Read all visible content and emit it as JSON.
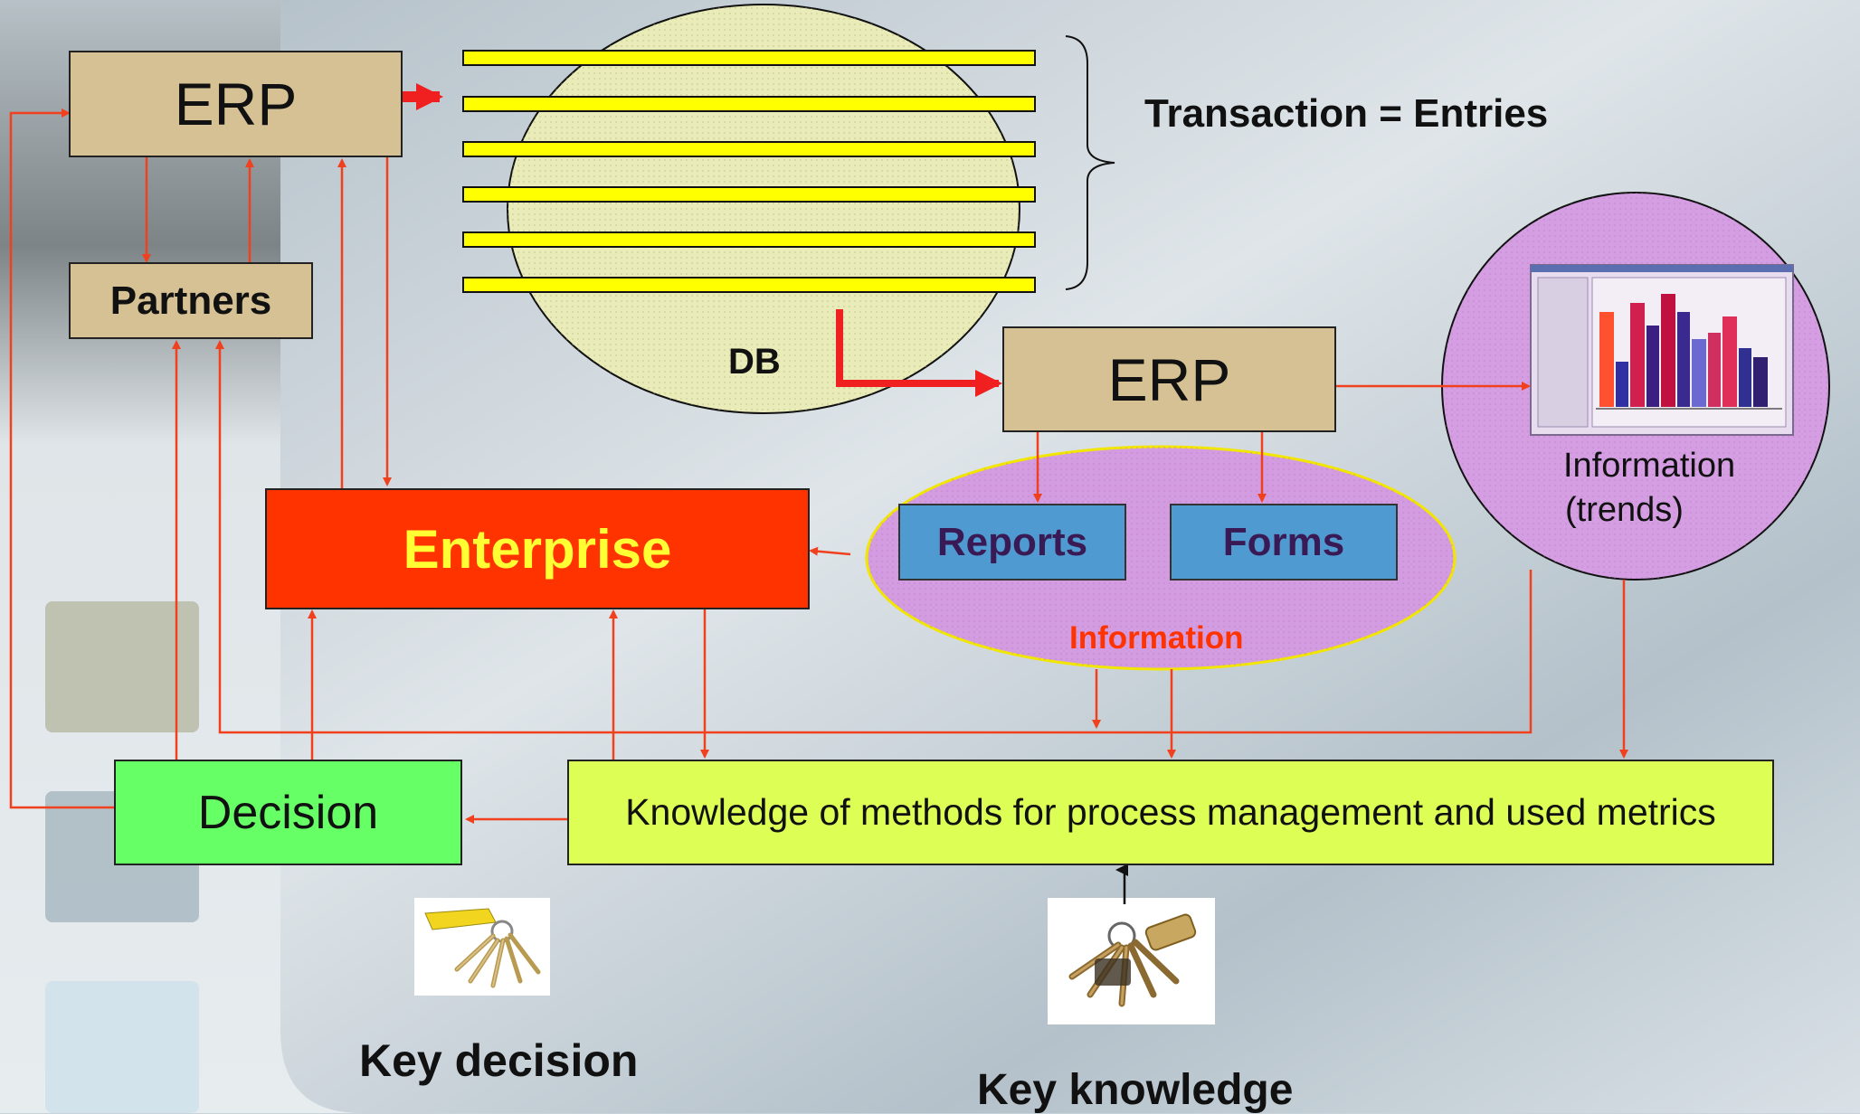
{
  "erp_top": {
    "label": "ERP"
  },
  "partners": {
    "label": "Partners"
  },
  "db": {
    "label": "DB"
  },
  "transaction": {
    "label": "Transaction = Entries"
  },
  "erp_mid": {
    "label": "ERP"
  },
  "trends": {
    "line1": "Information",
    "line2": "(trends)"
  },
  "enterprise": {
    "label": "Enterprise"
  },
  "reports": {
    "label": "Reports"
  },
  "forms": {
    "label": "Forms"
  },
  "information": {
    "label": "Information"
  },
  "decision": {
    "label": "Decision"
  },
  "knowledge": {
    "label": "Knowledge of methods for process management and used metrics"
  },
  "key_decision": {
    "label": "Key decision"
  },
  "key_knowledge": {
    "label": "Key knowledge"
  },
  "colors": {
    "arrow": "#f0401e",
    "erp_fill": "#d6c194",
    "enterprise_fill": "#ff3300",
    "enterprise_text": "#ffff33",
    "decision_fill": "#66ff66",
    "knowledge_fill": "#ddff55",
    "report_fill": "#4f9ad0",
    "report_text": "#3a1a55",
    "db_fill": "#f0f0b0",
    "stripe": "#ffff00",
    "info_oval": "#cf93d6",
    "info_text": "#ff3300"
  }
}
